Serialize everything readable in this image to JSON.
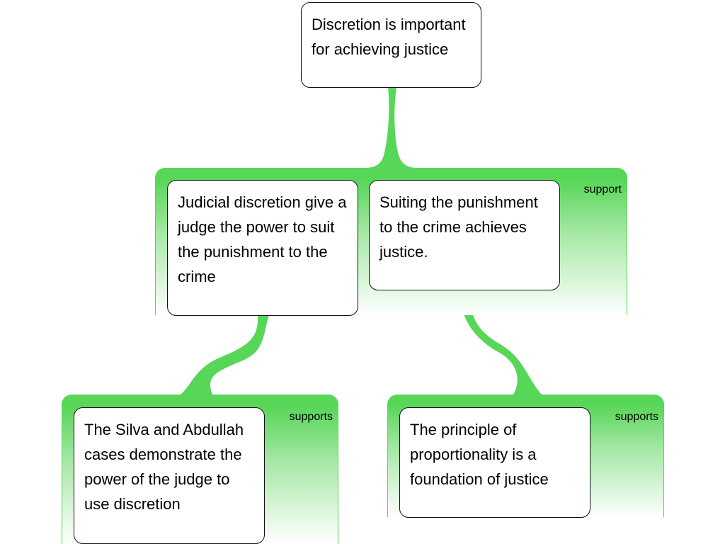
{
  "root": {
    "text": "Discretion is important for achieving justice"
  },
  "groups": [
    {
      "label": "support",
      "claims": [
        {
          "text": "Judicial discretion give a judge the power to suit the punishment to the crime"
        },
        {
          "text": "Suiting the punishment to the crime achieves justice."
        }
      ]
    },
    {
      "label": "supports",
      "claims": [
        {
          "text": "The Silva and Abdullah cases demonstrate the power of the judge to use discretion"
        }
      ]
    },
    {
      "label": "supports",
      "claims": [
        {
          "text": "The principle of proportionality is a foundation of justice"
        }
      ]
    }
  ],
  "colors": {
    "link": "#57d657",
    "border": "#111111"
  }
}
